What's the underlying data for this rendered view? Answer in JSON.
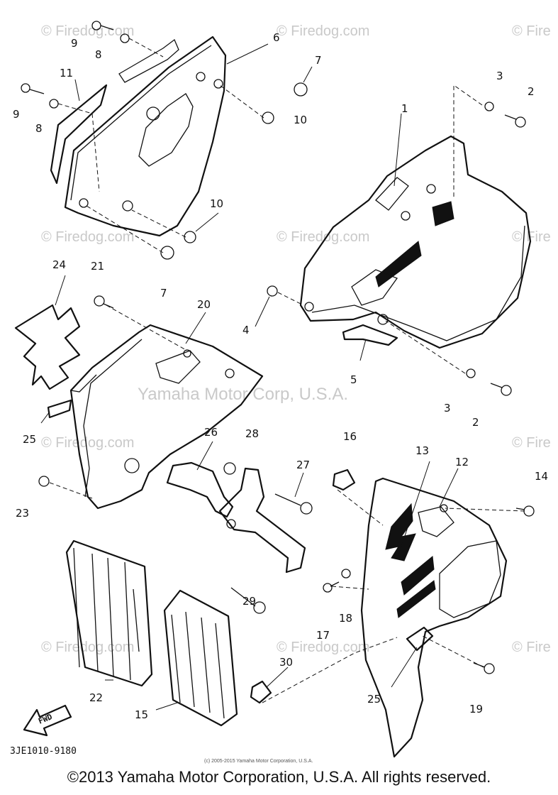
{
  "callouts": [
    {
      "id": "c9a",
      "text": "9"
    },
    {
      "id": "c8a",
      "text": "8"
    },
    {
      "id": "c6",
      "text": "6"
    },
    {
      "id": "c7a",
      "text": "7"
    },
    {
      "id": "c11",
      "text": "11"
    },
    {
      "id": "c9b",
      "text": "9"
    },
    {
      "id": "c8b",
      "text": "8"
    },
    {
      "id": "c10a",
      "text": "10"
    },
    {
      "id": "c3a",
      "text": "3"
    },
    {
      "id": "c2a",
      "text": "2"
    },
    {
      "id": "c1",
      "text": "1"
    },
    {
      "id": "c10b",
      "text": "10"
    },
    {
      "id": "c7b",
      "text": "7"
    },
    {
      "id": "c24",
      "text": "24"
    },
    {
      "id": "c21",
      "text": "21"
    },
    {
      "id": "c20",
      "text": "20"
    },
    {
      "id": "c4",
      "text": "4"
    },
    {
      "id": "c5",
      "text": "5"
    },
    {
      "id": "c3b",
      "text": "3"
    },
    {
      "id": "c2b",
      "text": "2"
    },
    {
      "id": "c25a",
      "text": "25"
    },
    {
      "id": "c26",
      "text": "26"
    },
    {
      "id": "c28",
      "text": "28"
    },
    {
      "id": "c16",
      "text": "16"
    },
    {
      "id": "c13",
      "text": "13"
    },
    {
      "id": "c12",
      "text": "12"
    },
    {
      "id": "c14",
      "text": "14"
    },
    {
      "id": "c27",
      "text": "27"
    },
    {
      "id": "c23",
      "text": "23"
    },
    {
      "id": "c29",
      "text": "29"
    },
    {
      "id": "c18",
      "text": "18"
    },
    {
      "id": "c17",
      "text": "17"
    },
    {
      "id": "c22",
      "text": "22"
    },
    {
      "id": "c30",
      "text": "30"
    },
    {
      "id": "c15",
      "text": "15"
    },
    {
      "id": "c25b",
      "text": "25"
    },
    {
      "id": "c19",
      "text": "19"
    }
  ],
  "watermarks": {
    "firedog": "© Firedog.com",
    "firedog_cut": "© Fire",
    "firedog_center": "© Firedog.com",
    "yamaha": "Yamaha Motor Corp, U.S.A."
  },
  "fwd_label": "FWD",
  "diagram_code": "3JE1010-9180",
  "small_copyright": "(c) 2005-2015 Yamaha Motor Corporation, U.S.A.",
  "copyright": "©2013 Yamaha Motor Corporation, U.S.A. All rights reserved."
}
